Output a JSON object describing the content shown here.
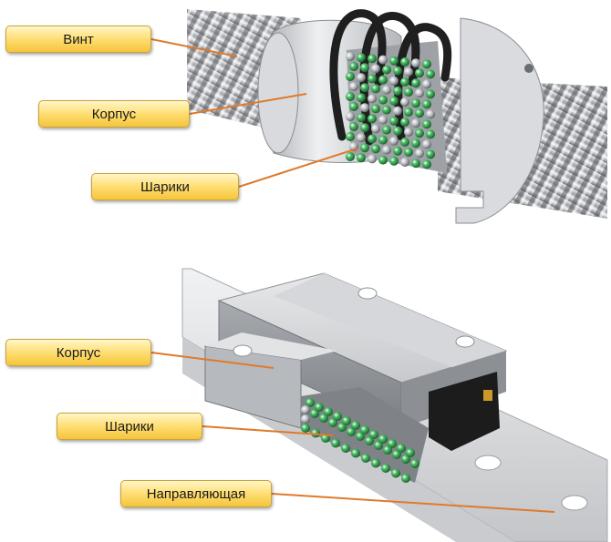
{
  "labels": {
    "screw": "Винт",
    "housing_top": "Корпус",
    "balls_top": "Шарики",
    "housing_bottom": "Корпус",
    "balls_bottom": "Шарики",
    "guide": "Направляющая"
  },
  "colors": {
    "label_fill": "#f5c53a",
    "label_border": "#c9a23a",
    "pointer_line": "#e07a2a",
    "ball_green": "#2f9b4a",
    "steel": "#b9bcc0"
  }
}
